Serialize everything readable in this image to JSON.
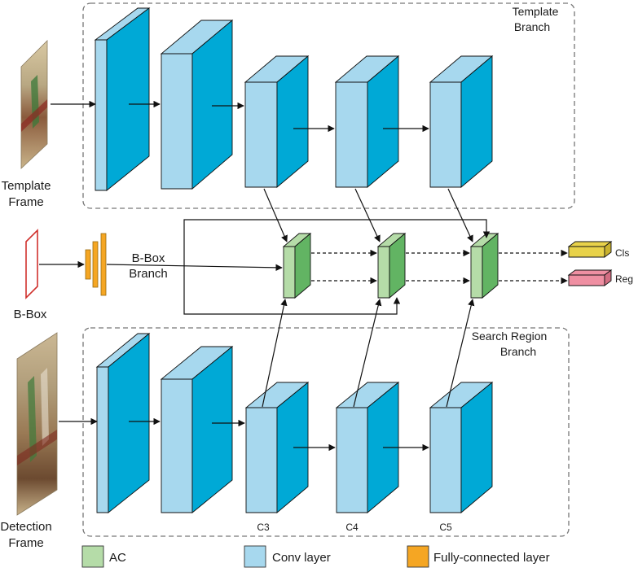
{
  "template_branch": {
    "line1": "Template",
    "line2": "Branch"
  },
  "search_branch": {
    "line1": "Search Region",
    "line2": "Branch"
  },
  "bbox_branch": {
    "line1": "B-Box",
    "line2": "Branch"
  },
  "template_frame": {
    "line1": "Template",
    "line2": "Frame"
  },
  "detection_frame": {
    "line1": "Detection",
    "line2": "Frame"
  },
  "bbox_input": {
    "label": "B-Box"
  },
  "layer_labels": {
    "c3": "C3",
    "c4": "C4",
    "c5": "C5"
  },
  "outputs": {
    "cls": "Cls",
    "reg": "Reg"
  },
  "legend": {
    "ac": "AC",
    "conv": "Conv layer",
    "fc": "Fully-connected layer"
  },
  "colors": {
    "conv_front": "#a7d8ee",
    "conv_side": "#00a9d6",
    "ac_front": "#b5dca8",
    "ac_side": "#62b463",
    "fc": "#f5a623",
    "cls": "#e8d24a",
    "reg": "#ef8fa2",
    "bbox_outline": "#d0312d"
  }
}
